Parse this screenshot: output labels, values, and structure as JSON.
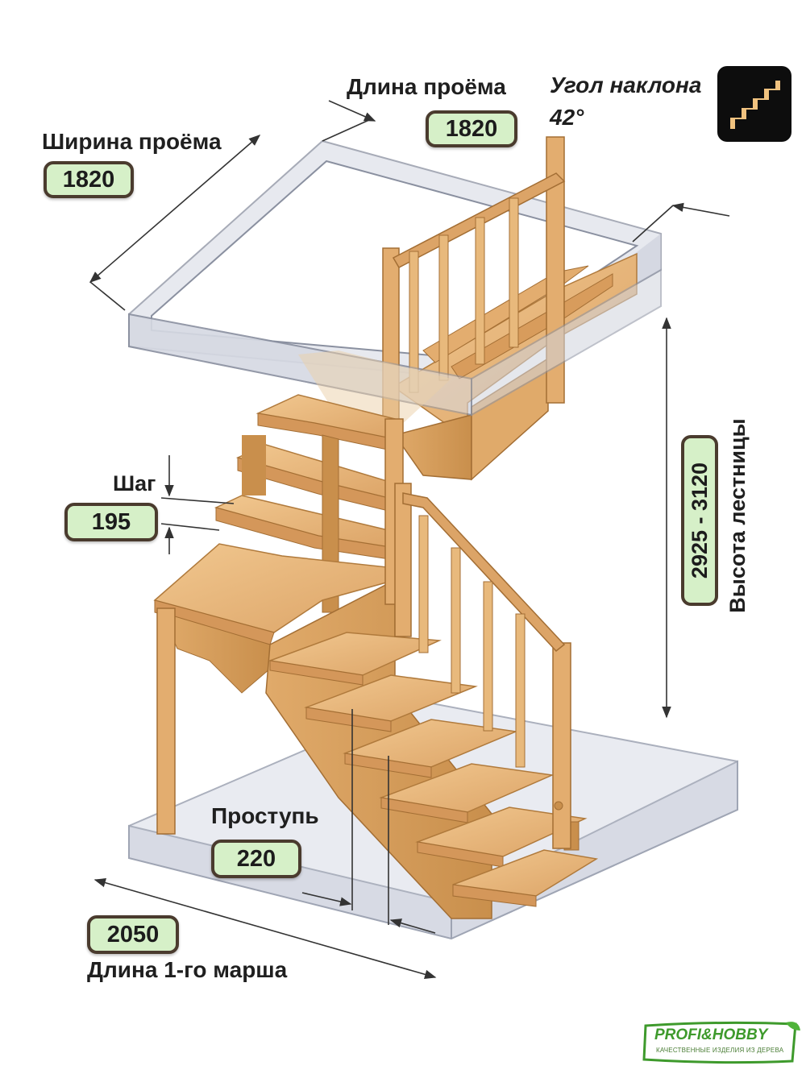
{
  "labels": {
    "opening_length": "Длина проёма",
    "opening_width": "Ширина проёма",
    "slope_angle_title": "Угол наклона",
    "slope_angle_value": "42°",
    "step_height": "Шаг",
    "tread_depth": "Проступь",
    "stair_height": "Высота лестницы",
    "first_flight_length": "Длина 1-го марша"
  },
  "values": {
    "opening_length": "1820",
    "opening_width": "1820",
    "step_height": "195",
    "stair_height": "2925 - 3120",
    "tread_depth": "220",
    "first_flight_length": "2050"
  },
  "icons": {
    "slope": "stairs-icon"
  },
  "logo": {
    "name": "PROFI&HOBBY",
    "tagline": "КАЧЕСТВЕННЫЕ ИЗДЕЛИЯ ИЗ ДЕРЕВА"
  },
  "colors": {
    "wood": "#e8b97c",
    "wood_dark": "#c98f4c",
    "value_bg": "#d6f0c8",
    "value_border": "#4a3b2e",
    "slab": "#dfe2ea",
    "logo_green": "#3e9a2c"
  }
}
